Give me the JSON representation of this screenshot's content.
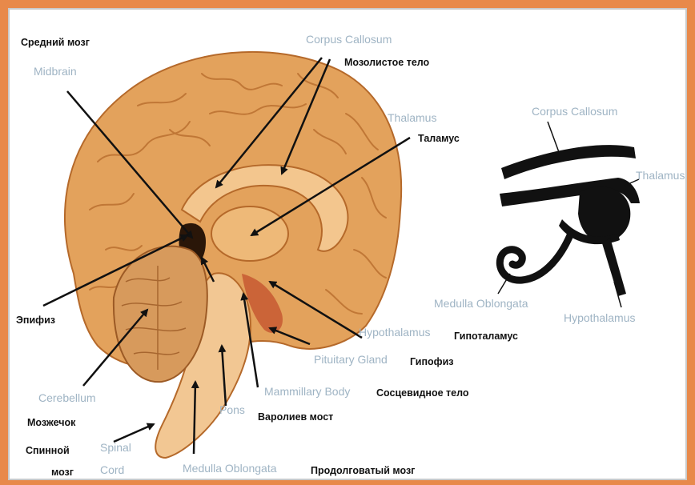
{
  "colors": {
    "page_border": "#e8894a",
    "background": "#ffffff",
    "brain_fill": "#e3a25c",
    "brain_dark": "#b5692a",
    "cerebellum": "#d79a5c",
    "en_label": "#9fb4c4",
    "ru_label": "#111111",
    "arrow": "#111111",
    "eye_symbol": "#111111"
  },
  "brain_labels": {
    "midbrain_ru": "Средний мозг",
    "midbrain_en": "Midbrain",
    "corpus_callosum_en": "Corpus Callosum",
    "corpus_callosum_ru": "Мозолистое тело",
    "thalamus_en": "Thalamus",
    "thalamus_ru": "Таламус",
    "epiphysis_ru": "Эпифиз",
    "hypothalamus_en": "Hypothalamus",
    "hypothalamus_ru": "Гипоталамус",
    "pituitary_en": "Pituitary Gland",
    "pituitary_ru": "Гипофиз",
    "mammillary_en": "Mammillary Body",
    "mammillary_ru": "Сосцевидное тело",
    "cerebellum_en": "Cerebellum",
    "cerebellum_ru": "Мозжечок",
    "pons_en": "Pons",
    "pons_ru": "Варолиев мост",
    "spinal_ru_1": "Спинной",
    "spinal_ru_2": "мозг",
    "spinal_en_1": "Spinal",
    "spinal_en_2": "Cord",
    "medulla_en": "Medulla Oblongata",
    "medulla_ru": "Продолговатый мозг"
  },
  "eye_labels": {
    "corpus_callosum": "Corpus Callosum",
    "thalamus": "Thalamus",
    "medulla_oblongata": "Medulla Oblongata",
    "hypothalamus": "Hypothalamus"
  },
  "icons": {
    "eye_symbol": "eye-of-horus-icon"
  }
}
